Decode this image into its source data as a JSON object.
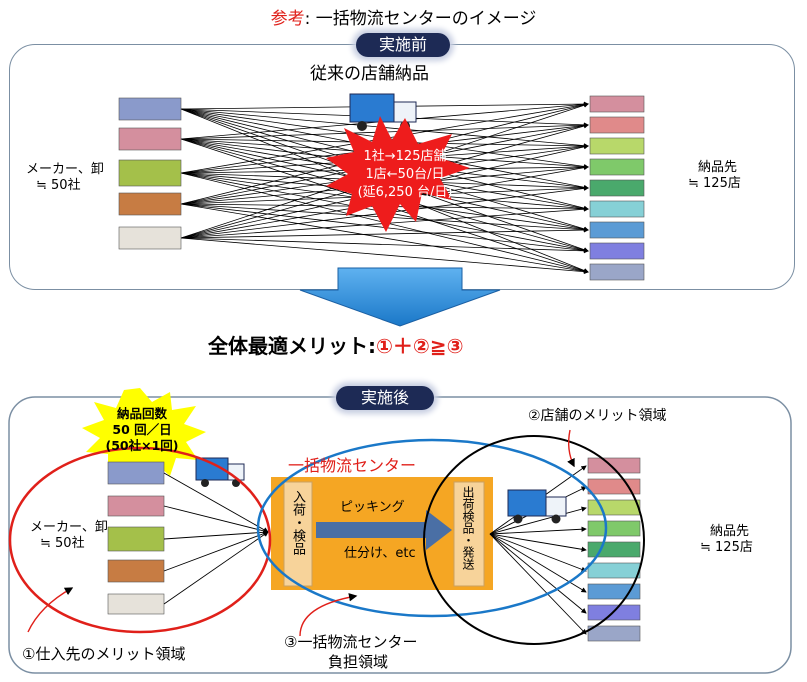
{
  "title": {
    "prefix": "参考",
    "text": ": 一括物流センターのイメージ"
  },
  "before": {
    "badge": "実施前",
    "heading": "従来の店舗納品",
    "makers": [
      "メーカー、卸",
      "≒ 50社"
    ],
    "stores": [
      "納品先",
      "≒ 125店"
    ],
    "burst": [
      "1社→125店舗",
      "1店←50台/日",
      "(延6,250 台/日)"
    ]
  },
  "merit": {
    "label": "全体最適メリット:",
    "formula": "①＋②≧③"
  },
  "after": {
    "badge": "実施後",
    "delivery": [
      "納品回数",
      "50 回／日",
      "(50社×1回)"
    ],
    "makers": [
      "メーカー、卸",
      "≒ 50社"
    ],
    "stores": [
      "納品先",
      "≒ 125店"
    ],
    "center_title": "一括物流センター",
    "receiving": "入荷・検品",
    "picking": "ピッキング",
    "sorting": "仕分け、etc",
    "shipping": "出荷検品・発送",
    "merit1": "①仕入先のメリット領域",
    "merit2": "②店舗のメリット領域",
    "merit3": [
      "③一括物流センター",
      "負担領域"
    ]
  },
  "colors": {
    "red": "#e0201a",
    "blue": "#1a78c8",
    "navy": "#1d2a55",
    "orange": "#f5a623"
  }
}
